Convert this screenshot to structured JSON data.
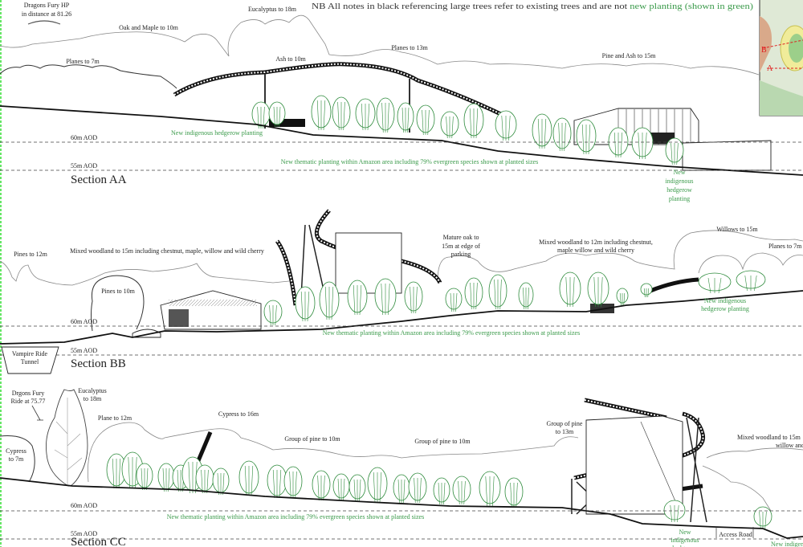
{
  "top_note": {
    "black": "NB All notes in black referencing large trees refer to existing trees and are not ",
    "green": "new planting (shown in green)"
  },
  "colors": {
    "new_planting": "#3a9a4a",
    "existing": "#222222",
    "key_plan_section_line": "#e02020"
  },
  "key_plan": {
    "labels": [
      "B",
      "A"
    ]
  },
  "section_aa": {
    "title": "Section AA",
    "aod_60": "60m AOD",
    "aod_55": "55m AOD",
    "dragons_fury": [
      "Dragons Fury HP",
      "in distance at 81.26"
    ],
    "eucalyptus": "Eucalyptus to 18m",
    "oak_maple": "Oak and Maple to 10m",
    "planes_7": "Planes to 7m",
    "ash": "Ash to 10m",
    "planes_13": "Planes to 13m",
    "pine_ash": "Pine and Ash to 15m",
    "hedgerow": "New indigenous hedgerow planting",
    "thematic": "New thematic planting within Amazon area including 79% evergreen species shown at planted sizes",
    "hedgerow_right": [
      "New",
      "indigenous",
      "hedgerow",
      "planting"
    ]
  },
  "section_bb": {
    "title": "Section BB",
    "aod_60": "60m AOD",
    "aod_55": "55m AOD",
    "pines_12": "Pines to 12m",
    "mixed_15": "Mixed woodland to 15m including chestnut, maple, willow and wild cherry",
    "pines_10": "Pines to 10m",
    "mature_oak": [
      "Mature oak to",
      "15m at edge of",
      "parking"
    ],
    "mixed_12": [
      "Mixed woodland to 12m including chestnut,",
      "maple willow and wild cherry"
    ],
    "willows": "Willows to 15m",
    "planes_7": "Planes to 7m",
    "hedgerow": [
      "New indigenous",
      "hedgerow planting"
    ],
    "thematic": "New thematic planting within Amazon area including 79% evergreen species shown at planted sizes",
    "vampire_tunnel": [
      "Vampire Ride",
      "Tunnel"
    ]
  },
  "section_cc": {
    "title": "Section CC",
    "aod_60": "60m AOD",
    "aod_55": "55m AOD",
    "dragons_fury": [
      "Drgons Fury",
      "Ride at 75.77"
    ],
    "eucalyptus": [
      "Eucalyptus",
      "to 18m"
    ],
    "plane_12": "Plane to 12m",
    "cypress_16": "Cypress to 16m",
    "pine_10_a": "Group of pine to 10m",
    "pine_10_b": "Group of pine to 10m",
    "pine_13": [
      "Group of pine",
      "to 13m"
    ],
    "mixed_15": [
      "Mixed woodland to 15m",
      "willow and"
    ],
    "cypress_7": [
      "Cypress",
      "to 7m"
    ],
    "thematic": "New thematic planting within Amazon area including 79% evergreen species shown at planted sizes",
    "hedgerow": [
      "New",
      "indigenous",
      "hedgerow"
    ],
    "access_road": "Access Road",
    "hedgerow_right": "New indigenous"
  }
}
